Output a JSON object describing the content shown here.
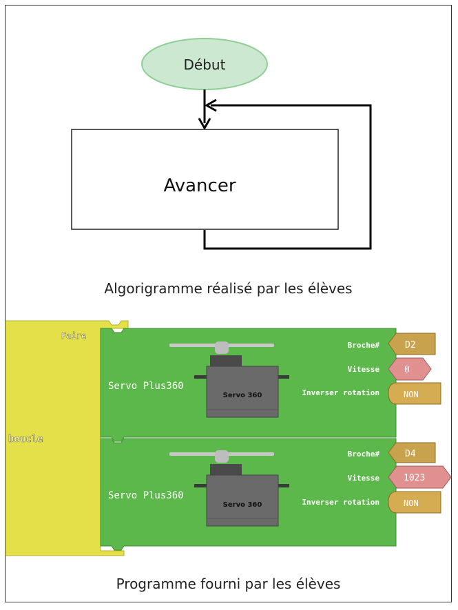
{
  "flowchart": {
    "start_label": "Début",
    "process_label": "Avancer",
    "caption": "Algorigramme réalisé par les élèves"
  },
  "program": {
    "loop_label": "boucle",
    "do_label": "Faire",
    "blocks": [
      {
        "name": "Servo Plus360",
        "image_label": "Servo 360",
        "pin_label": "Broche#",
        "pin_value": "D2",
        "speed_label": "Vitesse",
        "speed_value": "0",
        "reverse_label": "Inverser rotation",
        "reverse_value": "NON"
      },
      {
        "name": "Servo Plus360",
        "image_label": "Servo 360",
        "pin_label": "Broche#",
        "pin_value": "D4",
        "speed_label": "Vitesse",
        "speed_value": "1023",
        "reverse_label": "Inverser rotation",
        "reverse_value": "NON"
      }
    ],
    "caption": "Programme fourni par les élèves"
  },
  "colors": {
    "start_fill": "#cce8d0",
    "start_stroke": "#8fcf96",
    "loop_yellow": "#e3e04a",
    "block_green": "#5cb84a",
    "pin_fill": "#c9a24d",
    "speed_fill": "#e0908f",
    "reverse_fill": "#d6ac52"
  }
}
